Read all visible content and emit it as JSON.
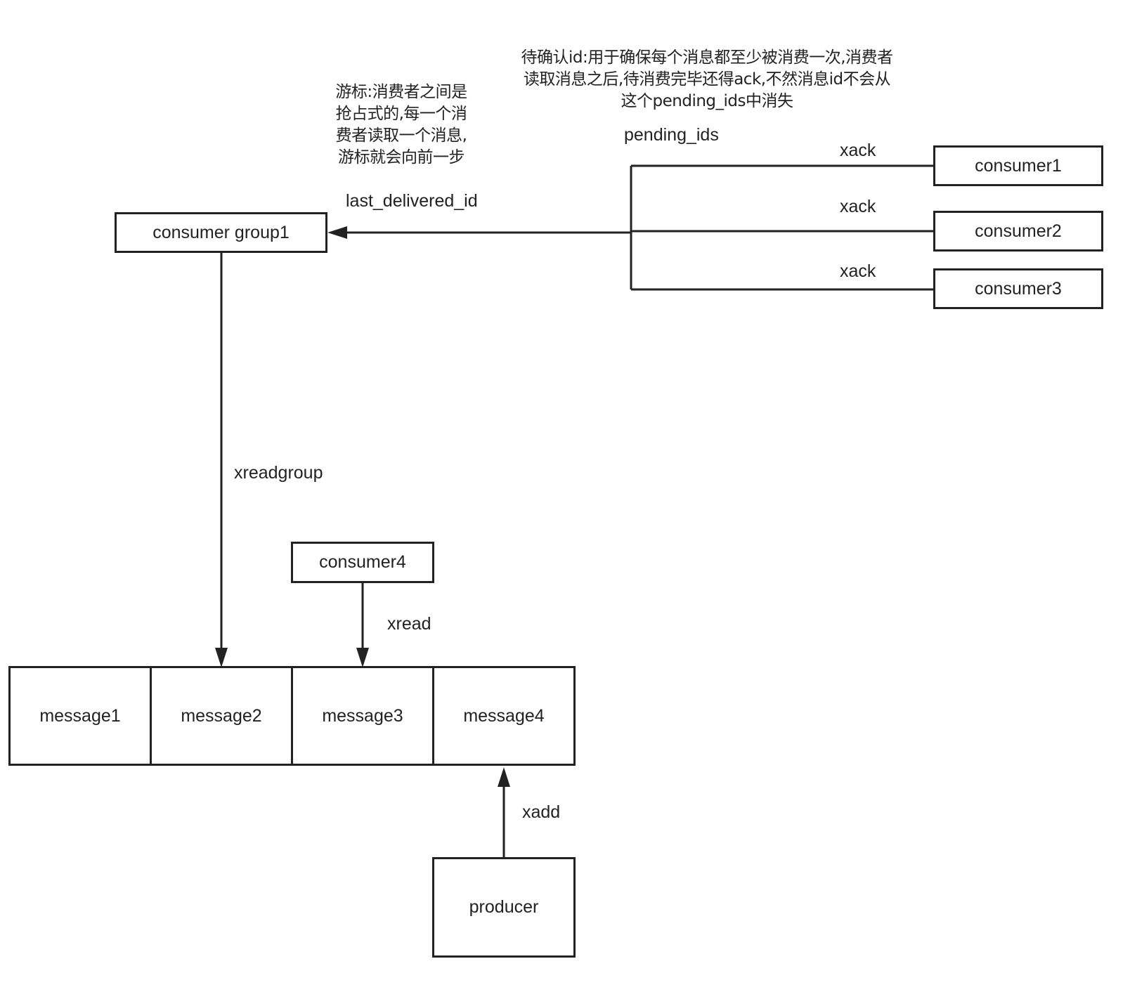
{
  "nodes": {
    "consumer_group1": "consumer group1",
    "consumer1": "consumer1",
    "consumer2": "consumer2",
    "consumer3": "consumer3",
    "consumer4": "consumer4",
    "producer": "producer",
    "messages": [
      "message1",
      "message2",
      "message3",
      "message4"
    ]
  },
  "edge_labels": {
    "last_delivered_id": "last_delivered_id",
    "pending_ids": "pending_ids",
    "xack": "xack",
    "xreadgroup": "xreadgroup",
    "xread": "xread",
    "xadd": "xadd"
  },
  "notes": {
    "cursor": [
      "游标:消费者之间是",
      "抢占式的,每一个消",
      "费者读取一个消息,",
      "游标就会向前一步"
    ],
    "pending": [
      "待确认id:用于确保每个消息都至少被消费一次,消费者",
      "读取消息之后,待消费完毕还得ack,不然消息id不会从",
      "这个pending_ids中消失"
    ]
  },
  "colors": {
    "stroke": "#222222",
    "background": "#ffffff"
  }
}
